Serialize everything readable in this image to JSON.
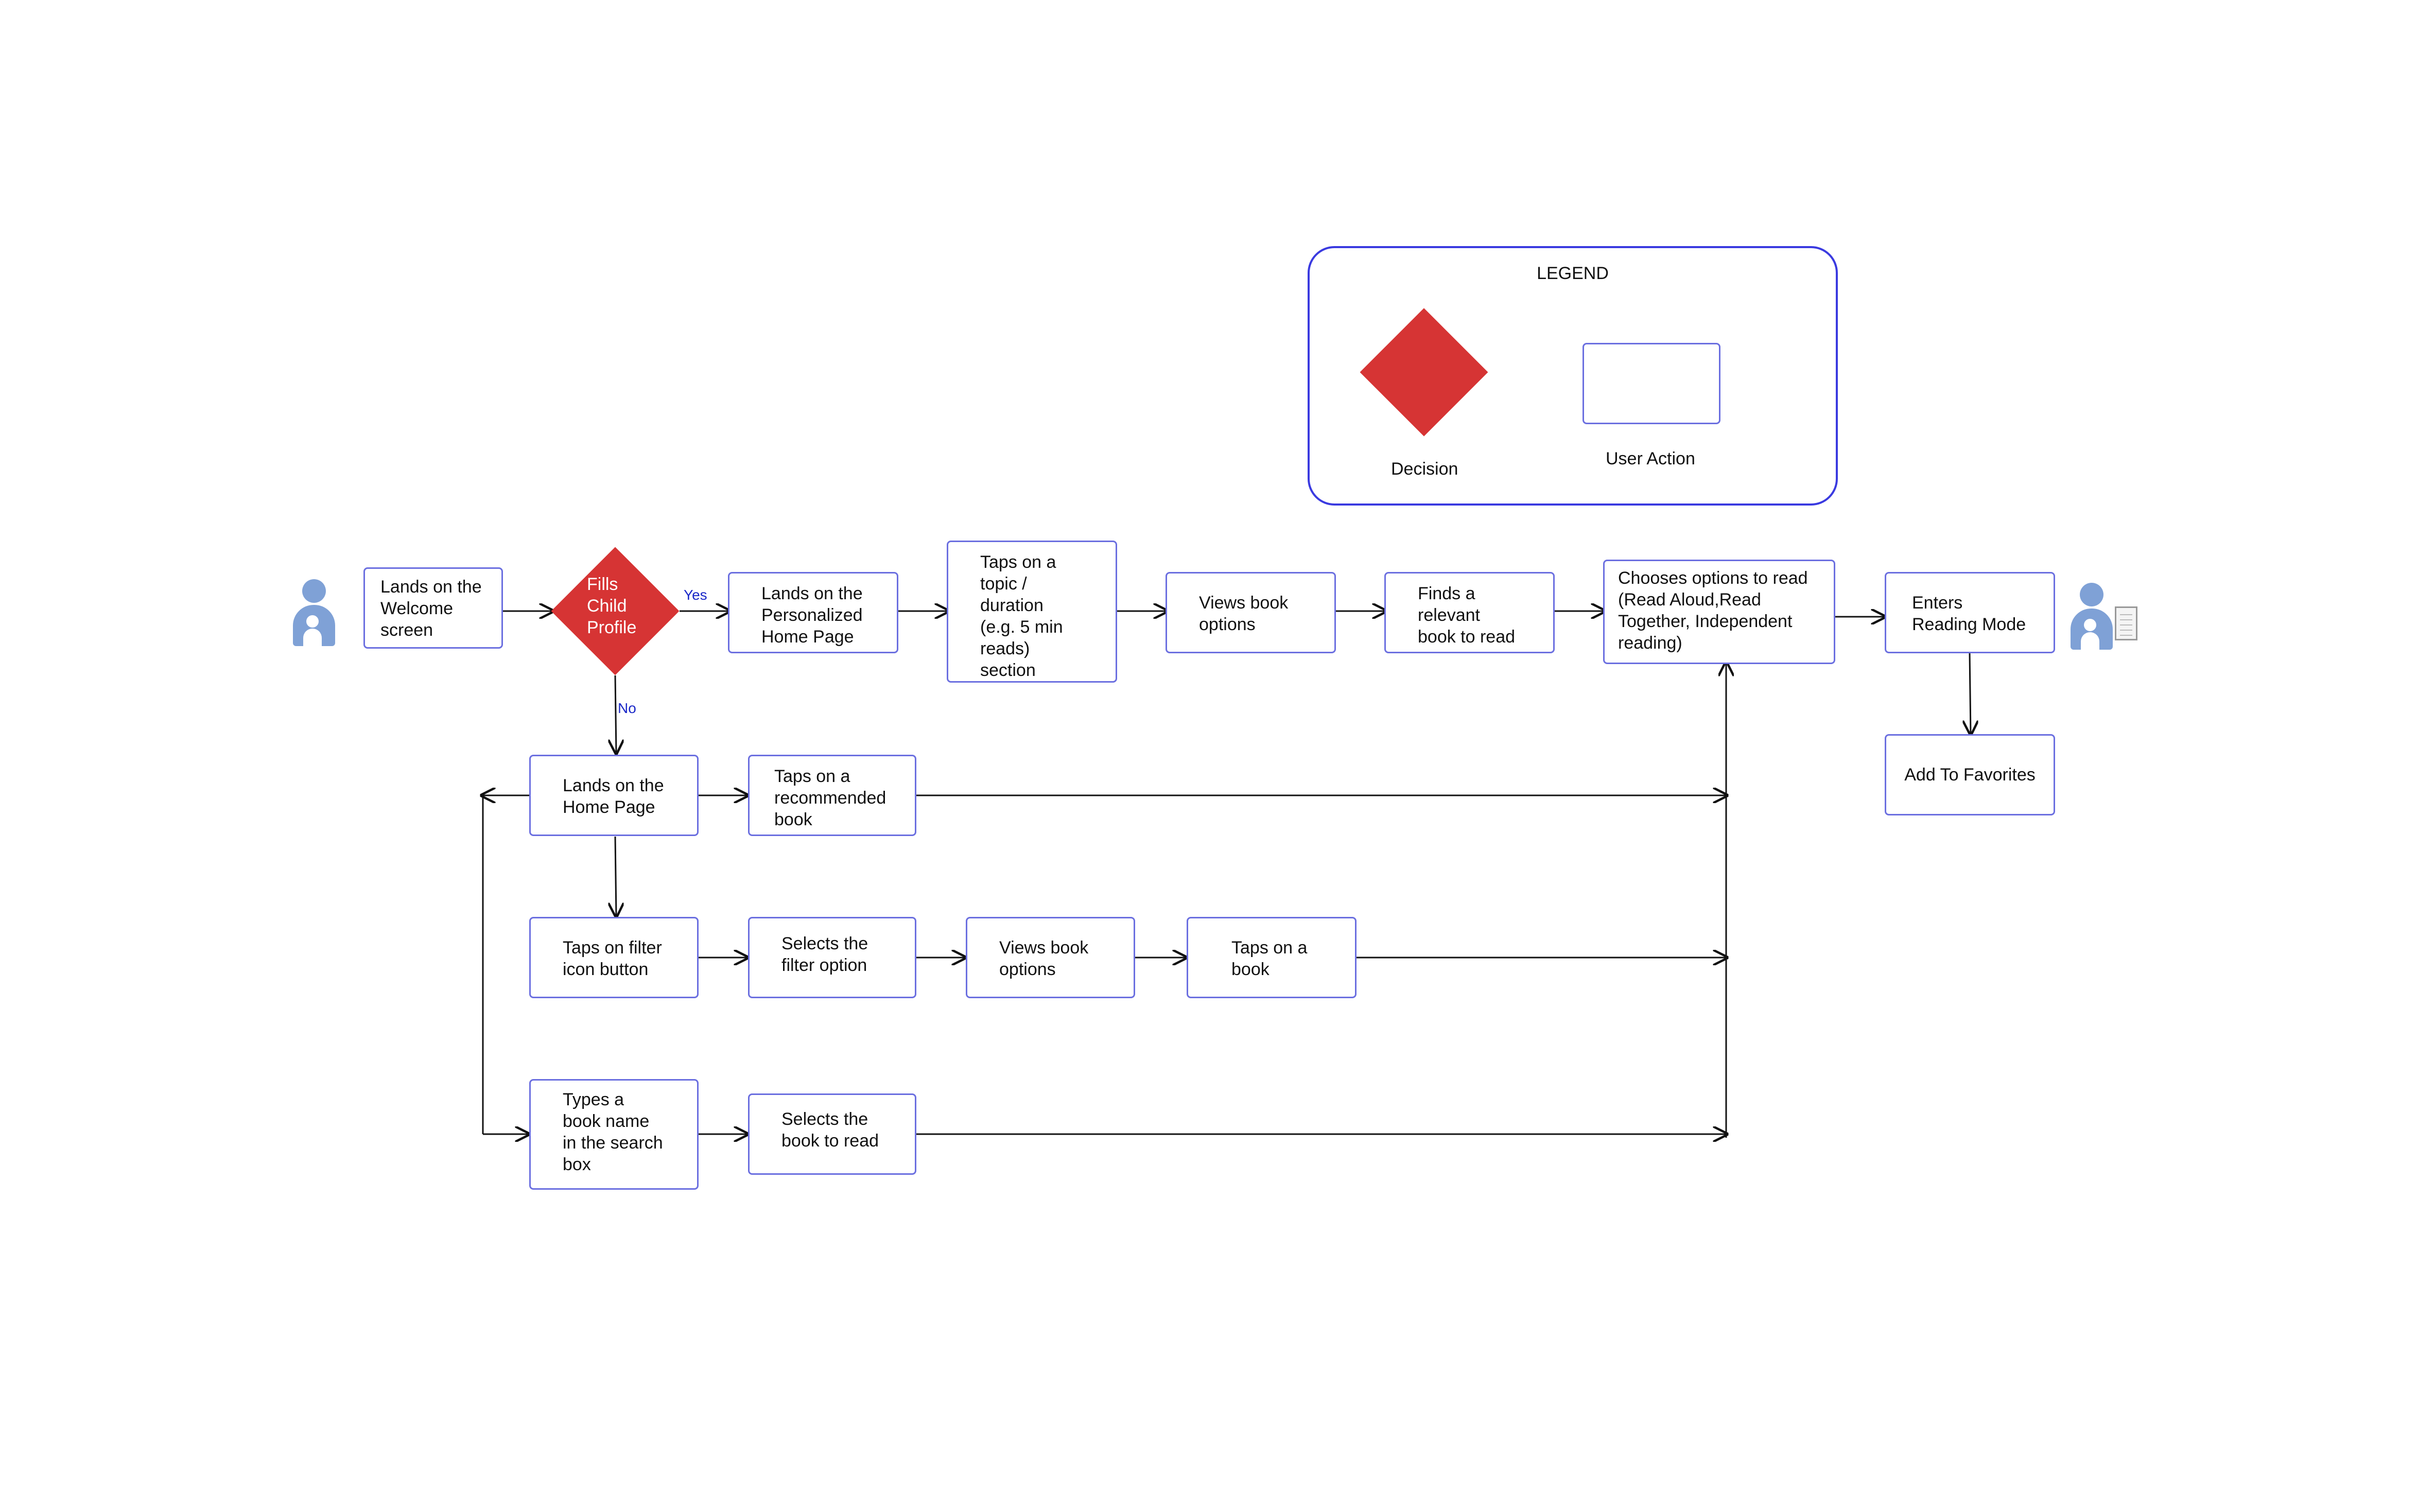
{
  "legend": {
    "title": "LEGEND",
    "decision_label": "Decision",
    "action_label": "User Action"
  },
  "decision": {
    "text": "Fills\nChild\nProfile",
    "yes_label": "Yes",
    "no_label": "No"
  },
  "steps": {
    "welcome": "Lands on the\nWelcome\nscreen",
    "personalized_home": "Lands on the\nPersonalized\nHome Page",
    "taps_topic": "Taps on a\ntopic /\nduration\n(e.g. 5 min\nreads)\nsection",
    "views_options_top": "Views book\noptions",
    "finds_book": "Finds a\nrelevant\nbook to read",
    "chooses_options": "Chooses options to read\n(Read Aloud,Read\nTogether, Independent\nreading)",
    "reading_mode": "Enters\nReading Mode",
    "add_favorites": "Add To Favorites",
    "home_page": "Lands on the\nHome Page",
    "recommended": "Taps on a\nrecommended\nbook",
    "filter_icon": "Taps on filter\nicon button",
    "filter_option": "Selects the\nfilter option",
    "views_options_filter": "Views book\noptions",
    "taps_book": "Taps on a\nbook",
    "types_name": "Types a\nbook name\nin the search\nbox",
    "selects_book": "Selects the\nbook to read"
  },
  "colors": {
    "box_border": "#6b6fe0",
    "decision_fill": "#d63434",
    "legend_border": "#3a3ae0",
    "branch_label": "#1a28c8",
    "actor": "#7fa1d6"
  },
  "icons": {
    "start_actor": "parent-child-icon",
    "end_actor": "parent-child-reading-icon"
  }
}
